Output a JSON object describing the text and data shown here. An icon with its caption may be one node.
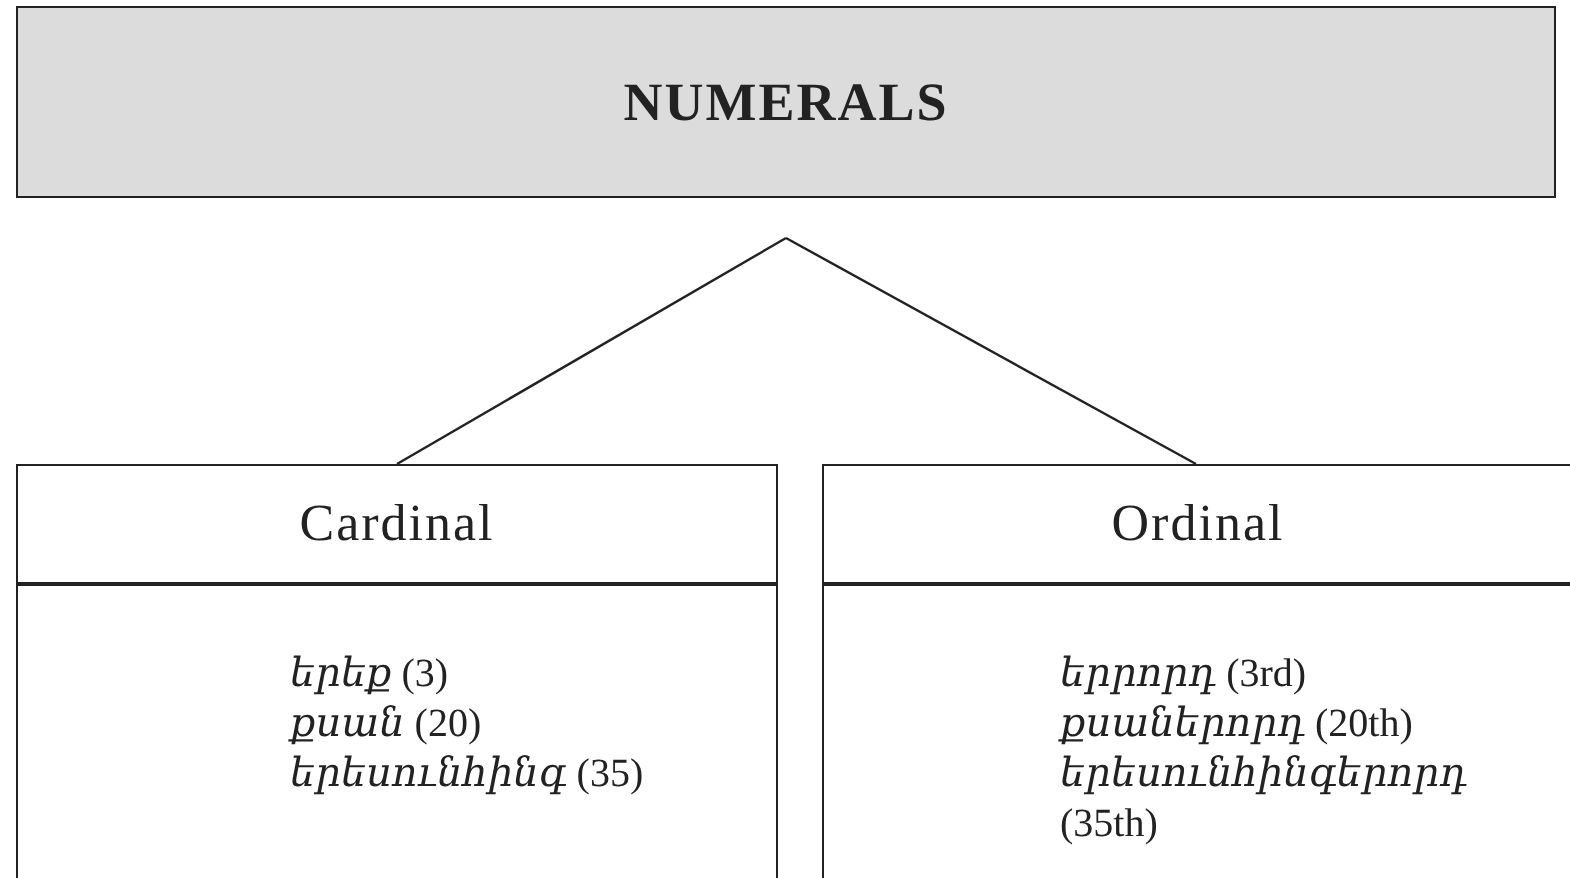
{
  "diagram": {
    "nodes": [
      {
        "text": [
          "NUMERALS"
        ]
      },
      {
        "text": [
          "Cardinal",
          "*երեք* (3)",
          "*քսան* (20)",
          "*երեսունհինգ* (35)"
        ]
      },
      {
        "text": [
          "Ordinal",
          "*երրորդ* (3rd)",
          "*քսաներորդ* (20th)",
          "*երեսունհինգերորդ* (35th)"
        ]
      }
    ],
    "edges": [
      {
        "from": 0,
        "to": 1,
        "arrow": "none"
      },
      {
        "from": 0,
        "to": 2,
        "arrow": "none"
      }
    ]
  }
}
